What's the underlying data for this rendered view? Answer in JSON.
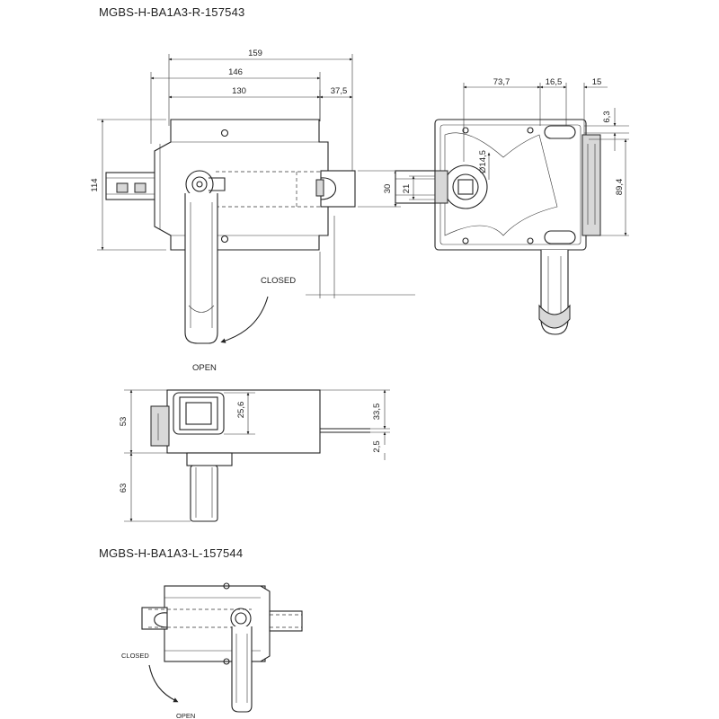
{
  "titles": {
    "right": "MGBS-H-BA1A3-R-157543",
    "left": "MGBS-H-BA1A3-L-157544"
  },
  "labels": {
    "closed_top": "CLOSED",
    "open_top": "OPEN",
    "closed_bottom": "CLOSED",
    "open_bottom": "OPEN"
  },
  "dimensions": {
    "d159": "159",
    "d146": "146",
    "d130": "130",
    "d37_5": "37,5",
    "d114": "114",
    "d30": "30",
    "d73_7": "73,7",
    "d16_5": "16,5",
    "d15": "15",
    "d6_3": "6,3",
    "d89_4": "89,4",
    "d21": "21",
    "d14_5": "Ø14,5",
    "d53": "53",
    "d25_6": "25,6",
    "d33_5": "33,5",
    "d2_5": "2,5",
    "d63": "63"
  }
}
